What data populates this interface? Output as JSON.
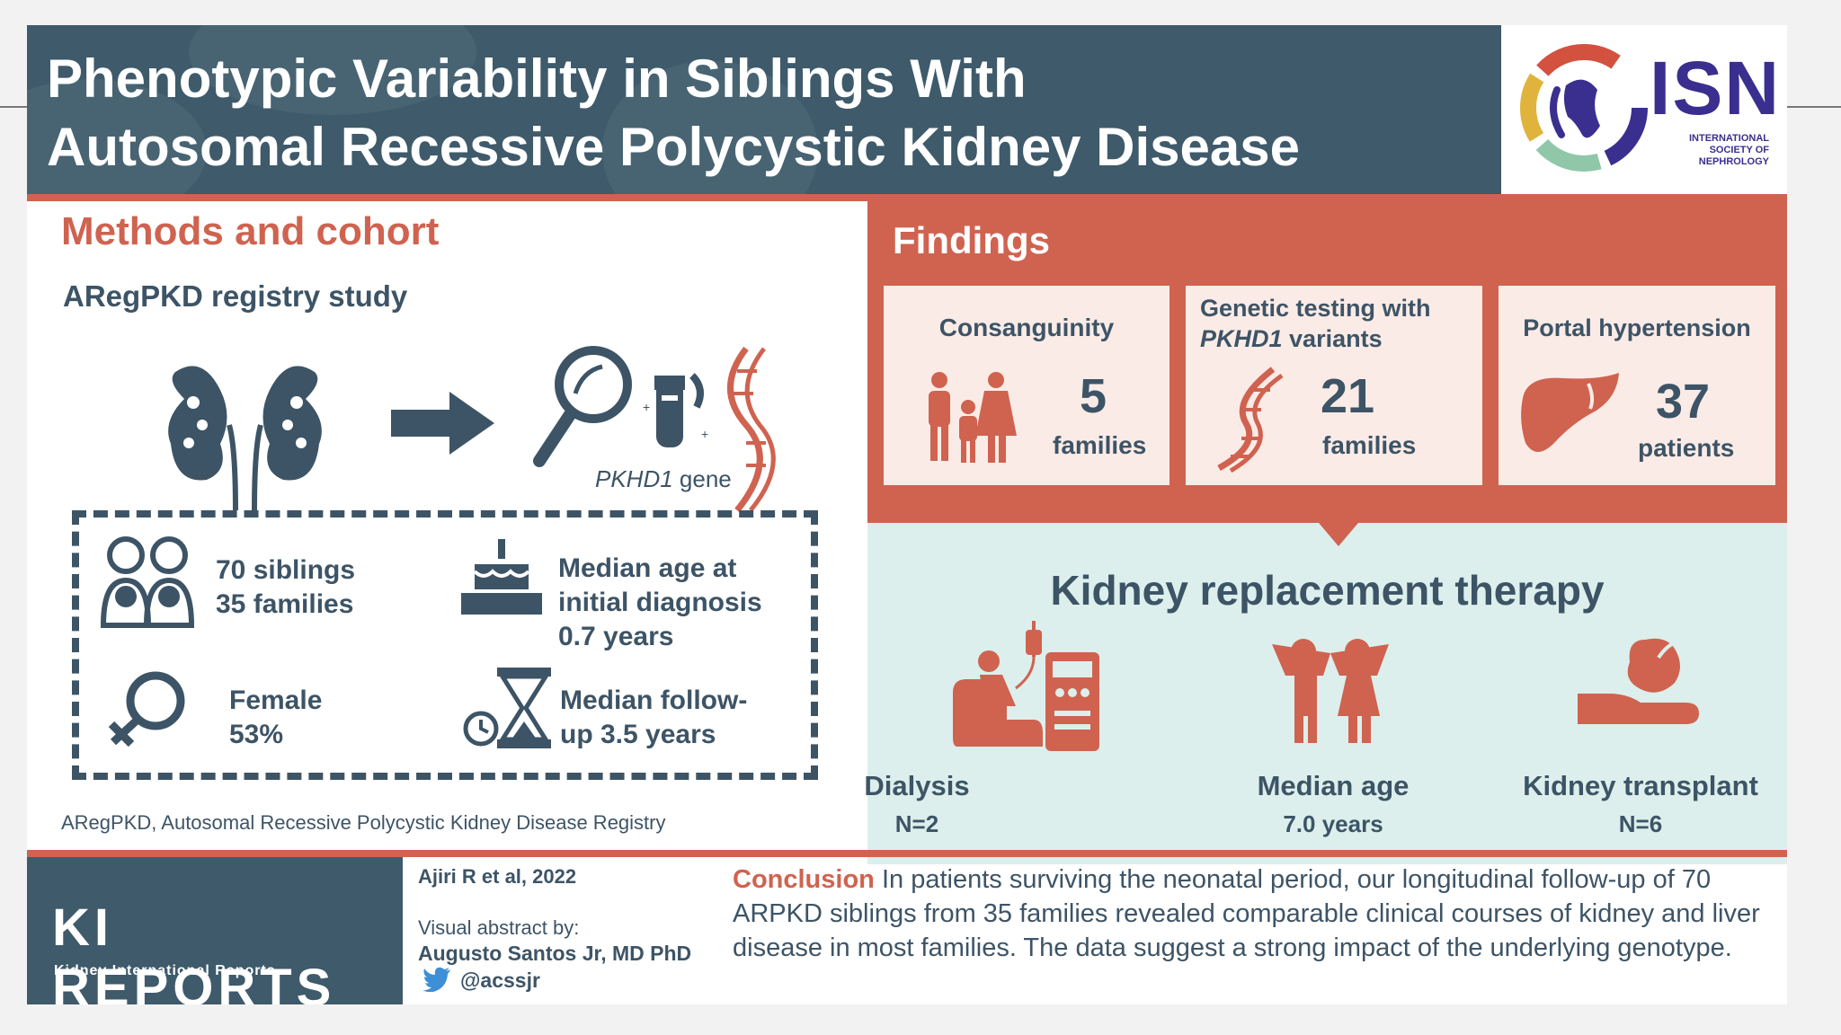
{
  "header": {
    "title_line1": "Phenotypic Variability in Siblings With",
    "title_line2": "Autosomal Recessive Polycystic Kidney Disease",
    "logo": {
      "text": "ISN",
      "subtext": "INTERNATIONAL SOCIETY OF NEPHROLOGY"
    }
  },
  "methods": {
    "title": "Methods and cohort",
    "subtitle": "ARegPKD registry study",
    "gene_label": "PKHD1",
    "gene_suffix": " gene",
    "icons": [
      "kidneys-icon",
      "arrow-right-icon",
      "magnifier-icon",
      "test-tube-icon",
      "dna-icon"
    ],
    "stats": {
      "siblings": {
        "line1": "70 siblings",
        "line2": "35 families",
        "icon": "siblings-icon"
      },
      "diagnosis": {
        "line1": "Median age at",
        "line2": "initial diagnosis",
        "line3": "0.7 years",
        "icon": "birthday-cake-icon"
      },
      "female": {
        "line1": "Female",
        "line2": "53%",
        "icon": "female-symbol-icon"
      },
      "followup": {
        "line1": "Median follow-",
        "line2": "up 3.5 years",
        "icon": "hourglass-icon"
      }
    },
    "abbreviation": "ARegPKD, Autosomal Recessive Polycystic Kidney Disease Registry"
  },
  "findings": {
    "title": "Findings",
    "cards": [
      {
        "title": "Consanguinity",
        "value": "5",
        "unit": "families",
        "icon": "family-icon"
      },
      {
        "title_line1": "Genetic testing with",
        "title_line2_italic": "PKHD1",
        "title_line2_rest": " variants",
        "value": "21",
        "unit": "families",
        "icon": "dna-icon"
      },
      {
        "title": "Portal hypertension",
        "value": "37",
        "unit": "patients",
        "icon": "liver-icon"
      }
    ]
  },
  "krt": {
    "title": "Kidney replacement therapy",
    "items": [
      {
        "label": "Dialysis",
        "value": "N=2",
        "icon": "dialysis-icon"
      },
      {
        "label": "Median age",
        "value": "7.0 years",
        "icon": "children-icon"
      },
      {
        "label": "Kidney transplant",
        "value": "N=6",
        "icon": "kidney-in-hand-icon"
      }
    ]
  },
  "footer": {
    "journal_title": "KI REPORTS",
    "journal_subtitle": "Kidney International Reports",
    "citation": "Ajiri R et al, 2022",
    "visual_abstract_label": "Visual abstract by:",
    "author": "Augusto Santos Jr, MD PhD",
    "twitter": "@acssjr",
    "conclusion_label": "Conclusion",
    "conclusion_text": " In patients surviving the neonatal period, our longitudinal follow-up of 70 ARPKD siblings from 35 families revealed comparable clinical courses of kidney and liver disease in most families. The data suggest a strong impact of the underlying genotype."
  },
  "colors": {
    "navy": "#3e5a6b",
    "text": "#3d5466",
    "accent_red": "#cf6350",
    "pink_card": "#fbebe6",
    "mint": "#dcefec",
    "isn_purple": "#3a2f8f"
  }
}
